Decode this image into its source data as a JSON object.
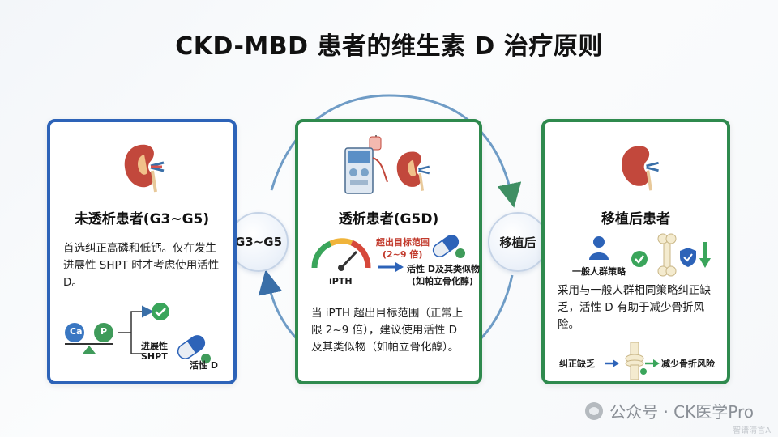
{
  "title": "CKD-MBD 患者的维生素 D 治疗原则",
  "colors": {
    "blue": "#2d63b8",
    "green": "#2f8a4e",
    "arrow": "#3a6fa8"
  },
  "stages": {
    "left": "G3~G5",
    "right": "移植后"
  },
  "cards": [
    {
      "title": "未透析患者(G3~G5)",
      "body": "首选纠正高磷和低钙。仅在发生进展性 SHPT 时才考虑使用活性 D。",
      "icons": [
        "kidney-icon",
        "balance-icon",
        "check-icon",
        "pill-icon"
      ],
      "diagram": {
        "ca": "Ca",
        "p": "P",
        "branch": "进展性\nSHPT",
        "drug": "活性 D",
        "branch_line1": "进展性",
        "branch_line2": "SHPT"
      }
    },
    {
      "title": "透析患者(G5D)",
      "body": "当 iPTH 超出目标范围（正常上限 2~9 倍），建议使用活性 D 及其类似物（如帕立骨化醇）。",
      "icons": [
        "dialysis-machine-icon",
        "kidney-icon",
        "gauge-icon",
        "pill-icon"
      ],
      "diagram": {
        "gauge_label": "iPTH",
        "range_line1": "超出目标范围",
        "range_line2": "(2~9 倍)",
        "drug_line1": "活性 D及其类似物",
        "drug_line2": "(如帕立骨化醇)"
      }
    },
    {
      "title": "移植后患者",
      "body": "采用与一般人群相同策略纠正缺乏，活性 D 有助于减少骨折风险。",
      "icons": [
        "kidney-icon",
        "person-icon",
        "check-icon",
        "bone-icon",
        "shield-icon",
        "down-arrow-icon",
        "knee-joint-icon"
      ],
      "diagram": {
        "person_label": "一般人群策略",
        "left_label": "纠正缺乏",
        "right_label": "减少骨折风险"
      }
    }
  ],
  "watermark": "公众号 · CK医学Pro",
  "corner_mark": "智谱清言AI"
}
